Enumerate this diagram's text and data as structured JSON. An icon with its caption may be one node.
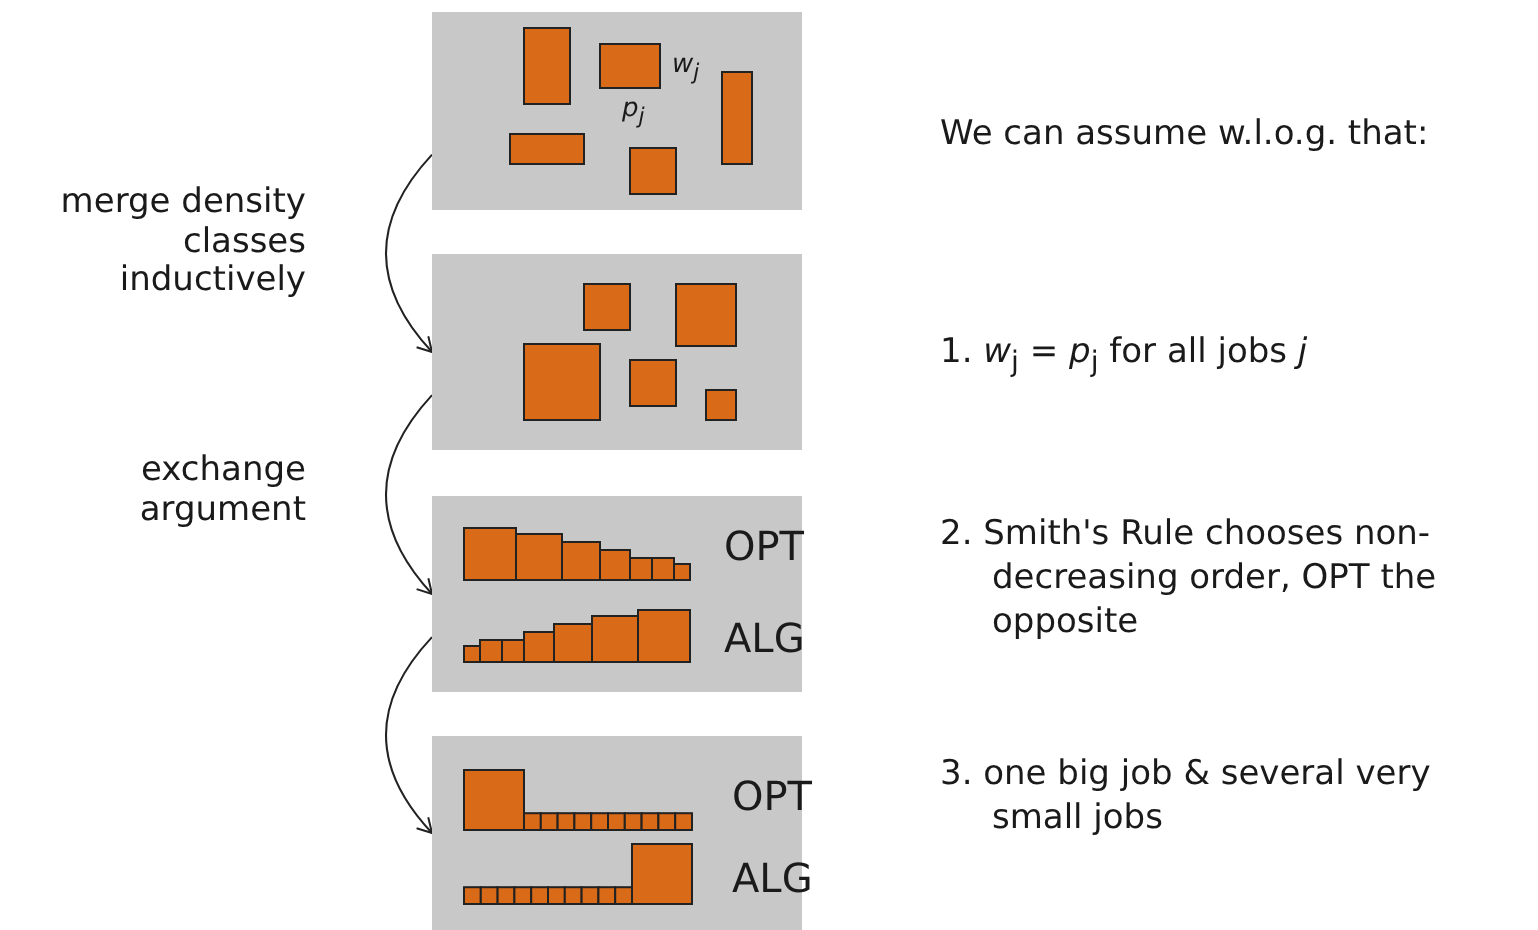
{
  "diagram": {
    "nodes": [
      {
        "text": [
          "w$_{j}$",
          "p$_{j}$"
        ]
      },
      {
        "text": [],
        "shape": "box"
      },
      {
        "text": [
          "OPT",
          "ALG"
        ]
      },
      {
        "text": [
          "OPT",
          "ALG"
        ]
      }
    ],
    "edges": [
      {
        "from": 0,
        "to": 1,
        "arrow": "to",
        "label": "merge density classes inductively"
      },
      {
        "from": 1,
        "to": 2,
        "arrow": "to",
        "label": "exchange argument"
      },
      {
        "from": 2,
        "to": 3,
        "arrow": "to"
      }
    ],
    "labels": [
      "We can assume w.l.o.g. that:",
      "1. *w*$_{j}$ = *p*$_{j}$ for all jobs *j*",
      "2. Smith's Rule chooses non-decreasing order, OPT the opposite",
      "3. one big job & several very small jobs"
    ]
  }
}
